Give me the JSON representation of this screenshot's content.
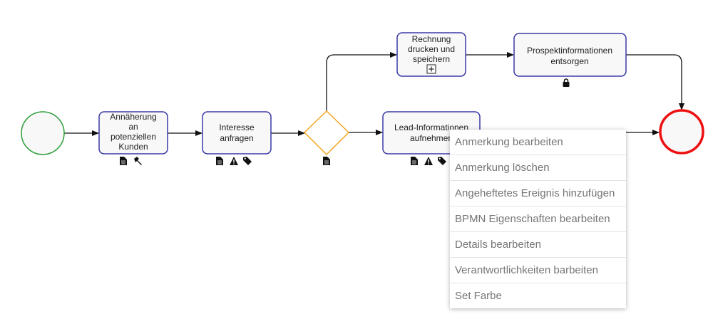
{
  "diagram": {
    "colors": {
      "task_border": "#3a3aa8",
      "task_fill": "#f8f8f8",
      "start": "#2e9e3a",
      "end": "#ee1111",
      "gateway": "#f5a623"
    },
    "start_event": {
      "label": ""
    },
    "end_event": {
      "label": ""
    },
    "tasks": [
      {
        "lines": [
          "Annäherung",
          "an",
          "potenziellen",
          "Kunden"
        ],
        "icons": [
          "document-icon",
          "hammer-icon"
        ]
      },
      {
        "lines": [
          "Interesse",
          "anfragen"
        ],
        "icons": [
          "document-icon",
          "warning-icon",
          "tag-icon"
        ]
      },
      {
        "lines": [
          "Lead-Informationen",
          "aufnehmen"
        ],
        "icons": [
          "document-icon",
          "warning-icon",
          "tag-icon"
        ]
      },
      {
        "lines": [
          "Rechnung",
          "drucken und",
          "speichern"
        ],
        "icons": [
          "subprocess-plus-icon"
        ]
      },
      {
        "lines": [
          "Prospektinformationen",
          "entsorgen"
        ],
        "icons": [
          "lock-icon"
        ]
      }
    ],
    "gateway": {
      "icons": [
        "document-icon"
      ]
    }
  },
  "context_menu": {
    "items": [
      "Anmerkung bearbeiten",
      "Anmerkung löschen",
      "Angeheftetes Ereignis hinzufügen",
      "BPMN Eigenschaften bearbeiten",
      "Details bearbeiten",
      "Verantwortlichkeiten barbeiten",
      "Set Farbe"
    ]
  }
}
